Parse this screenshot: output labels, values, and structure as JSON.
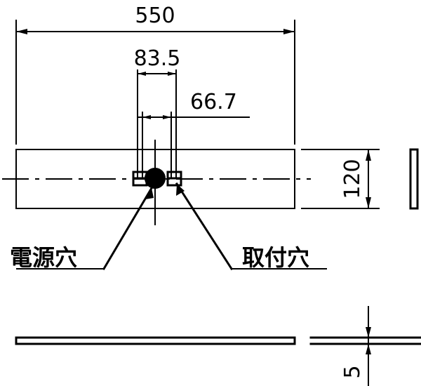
{
  "drawing": {
    "type": "mechanical-dimension-drawing",
    "units_implied": "mm",
    "background_color": "#ffffff",
    "line_color": "#000000",
    "dimensions": {
      "overall_length": "550",
      "hole_pitch_outer": "83.5",
      "hole_pitch_inner": "66.7",
      "plate_width": "120",
      "plate_thickness": "5"
    },
    "labels": {
      "power_hole": "電源穴",
      "mounting_hole": "取付穴"
    },
    "views": {
      "front_view_name": "front-view-plate",
      "side_view_name": "side-view-plate",
      "edge_view_name": "edge-view-plate"
    }
  }
}
